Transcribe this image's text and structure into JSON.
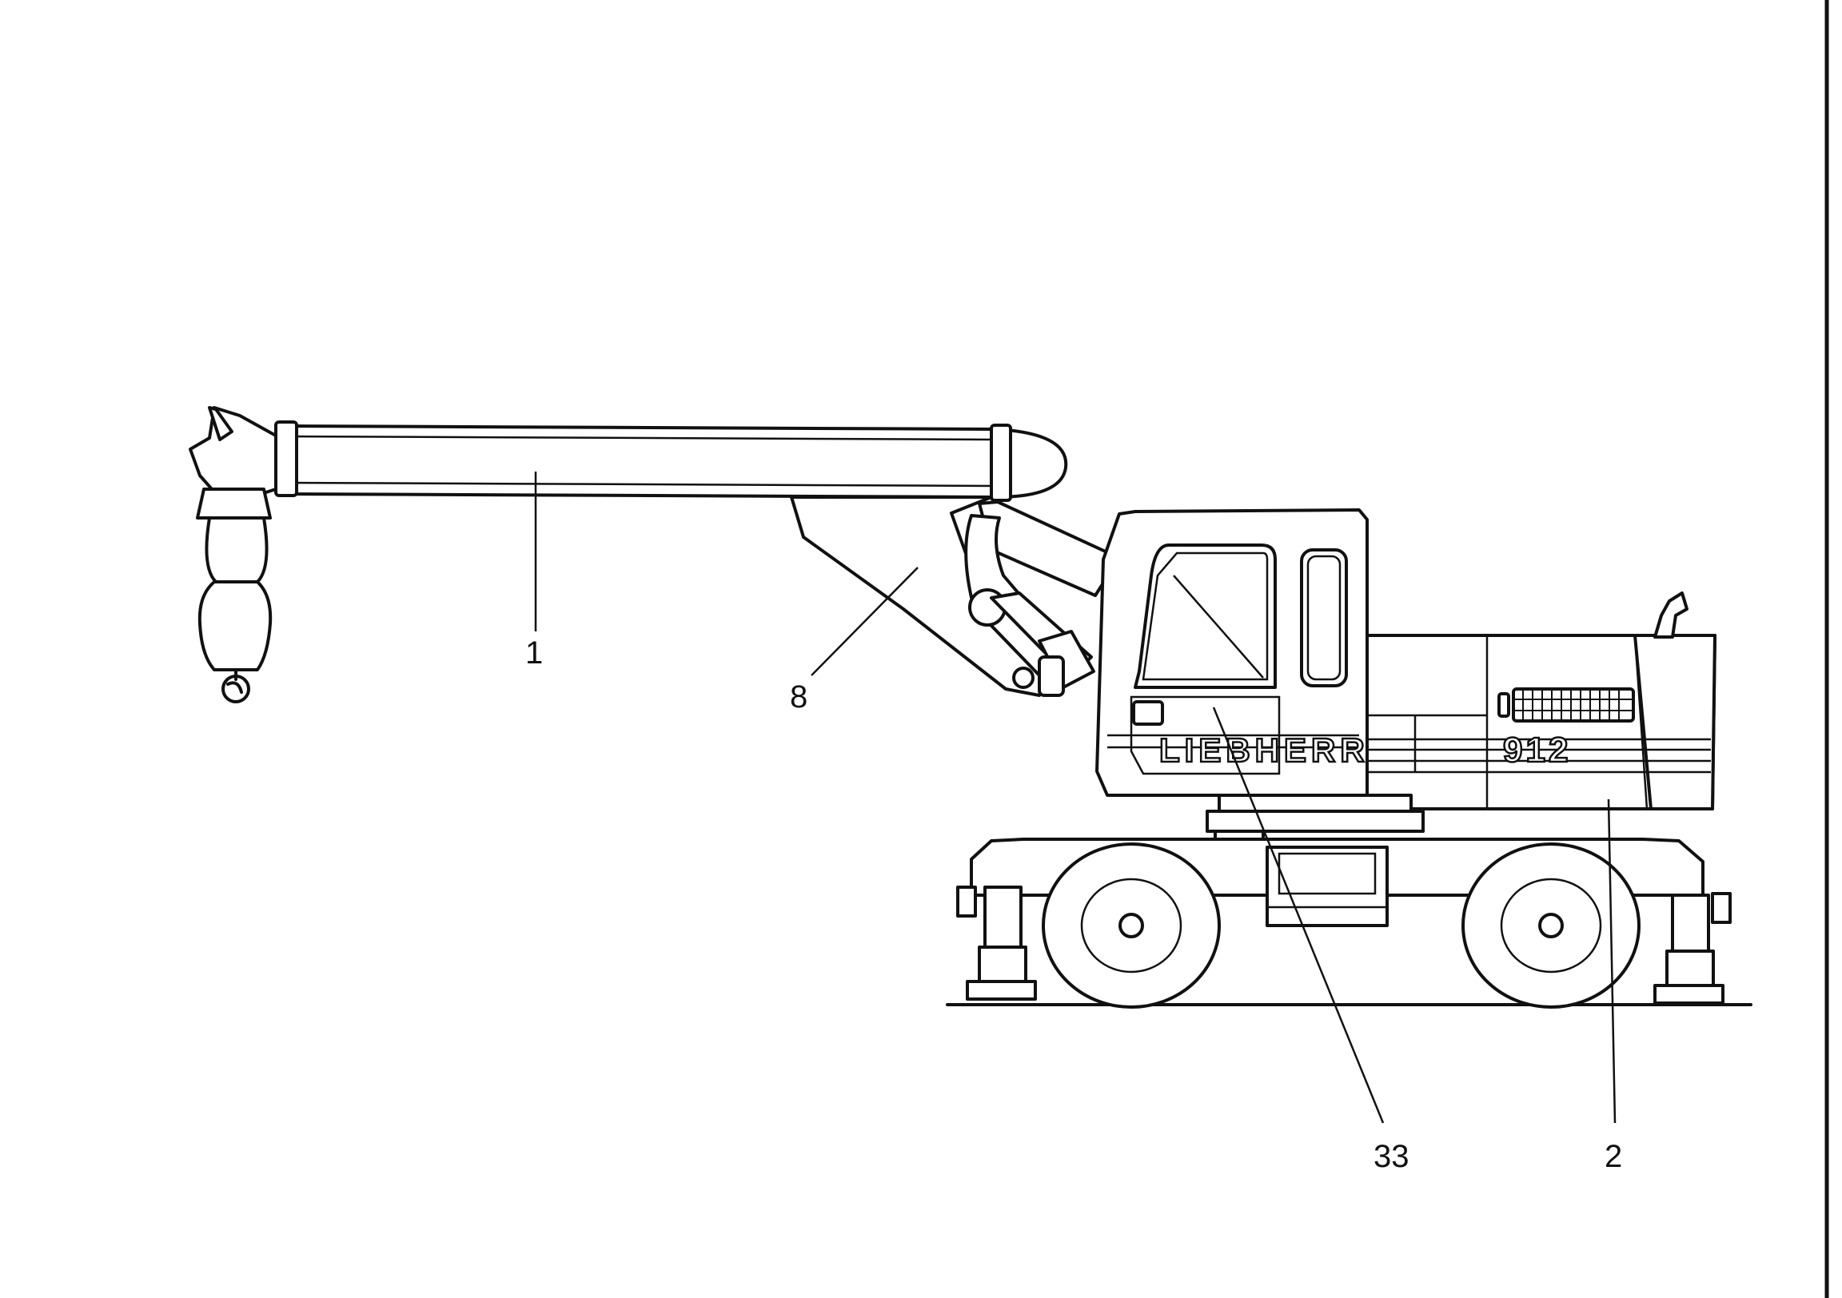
{
  "figure": {
    "callouts": [
      {
        "id": "boom",
        "label": "1"
      },
      {
        "id": "boom-support",
        "label": "8"
      },
      {
        "id": "cab-door",
        "label": "33"
      },
      {
        "id": "superstructure",
        "label": "2"
      }
    ],
    "branding": {
      "manufacturer": "LIEBHERR",
      "model": "912"
    }
  }
}
